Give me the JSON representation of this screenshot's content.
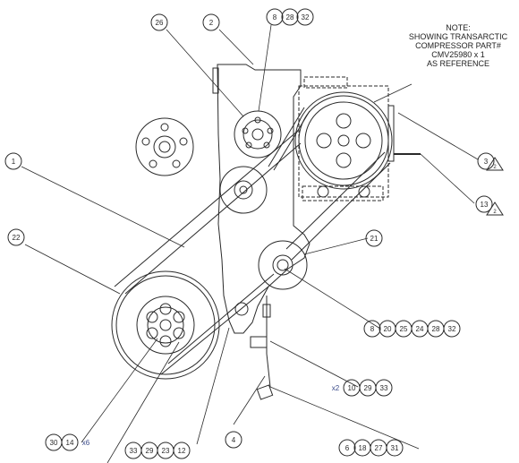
{
  "note": {
    "lines": [
      "NOTE:",
      "SHOWING TRANSARCTIC",
      "COMPRESSOR PART#",
      "CMV25980 x 1",
      "AS REFERENCE"
    ]
  },
  "callouts": [
    {
      "id": "c26",
      "labels": [
        "26"
      ]
    },
    {
      "id": "c2",
      "labels": [
        "2"
      ]
    },
    {
      "id": "c8a",
      "labels": [
        "8",
        "28",
        "32"
      ]
    },
    {
      "id": "c1",
      "labels": [
        "1"
      ]
    },
    {
      "id": "c22",
      "labels": [
        "22"
      ]
    },
    {
      "id": "c3",
      "labels": [
        "3"
      ],
      "rev": "2"
    },
    {
      "id": "c13",
      "labels": [
        "13"
      ],
      "rev": "2"
    },
    {
      "id": "c21",
      "labels": [
        "21"
      ]
    },
    {
      "id": "c8b",
      "labels": [
        "8",
        "20",
        "25",
        "24",
        "28",
        "32"
      ]
    },
    {
      "id": "c10",
      "labels": [
        "10",
        "29",
        "33"
      ],
      "prefix": "x2"
    },
    {
      "id": "c30",
      "labels": [
        "30",
        "14"
      ],
      "suffix": "x6"
    },
    {
      "id": "c33",
      "labels": [
        "33",
        "29",
        "23",
        "12"
      ]
    },
    {
      "id": "c4",
      "labels": [
        "4"
      ]
    },
    {
      "id": "c6",
      "labels": [
        "6",
        "18",
        "27",
        "31"
      ]
    }
  ],
  "colors": {
    "line": "#2a2a2a",
    "multiplier": "#3a4a8a"
  }
}
